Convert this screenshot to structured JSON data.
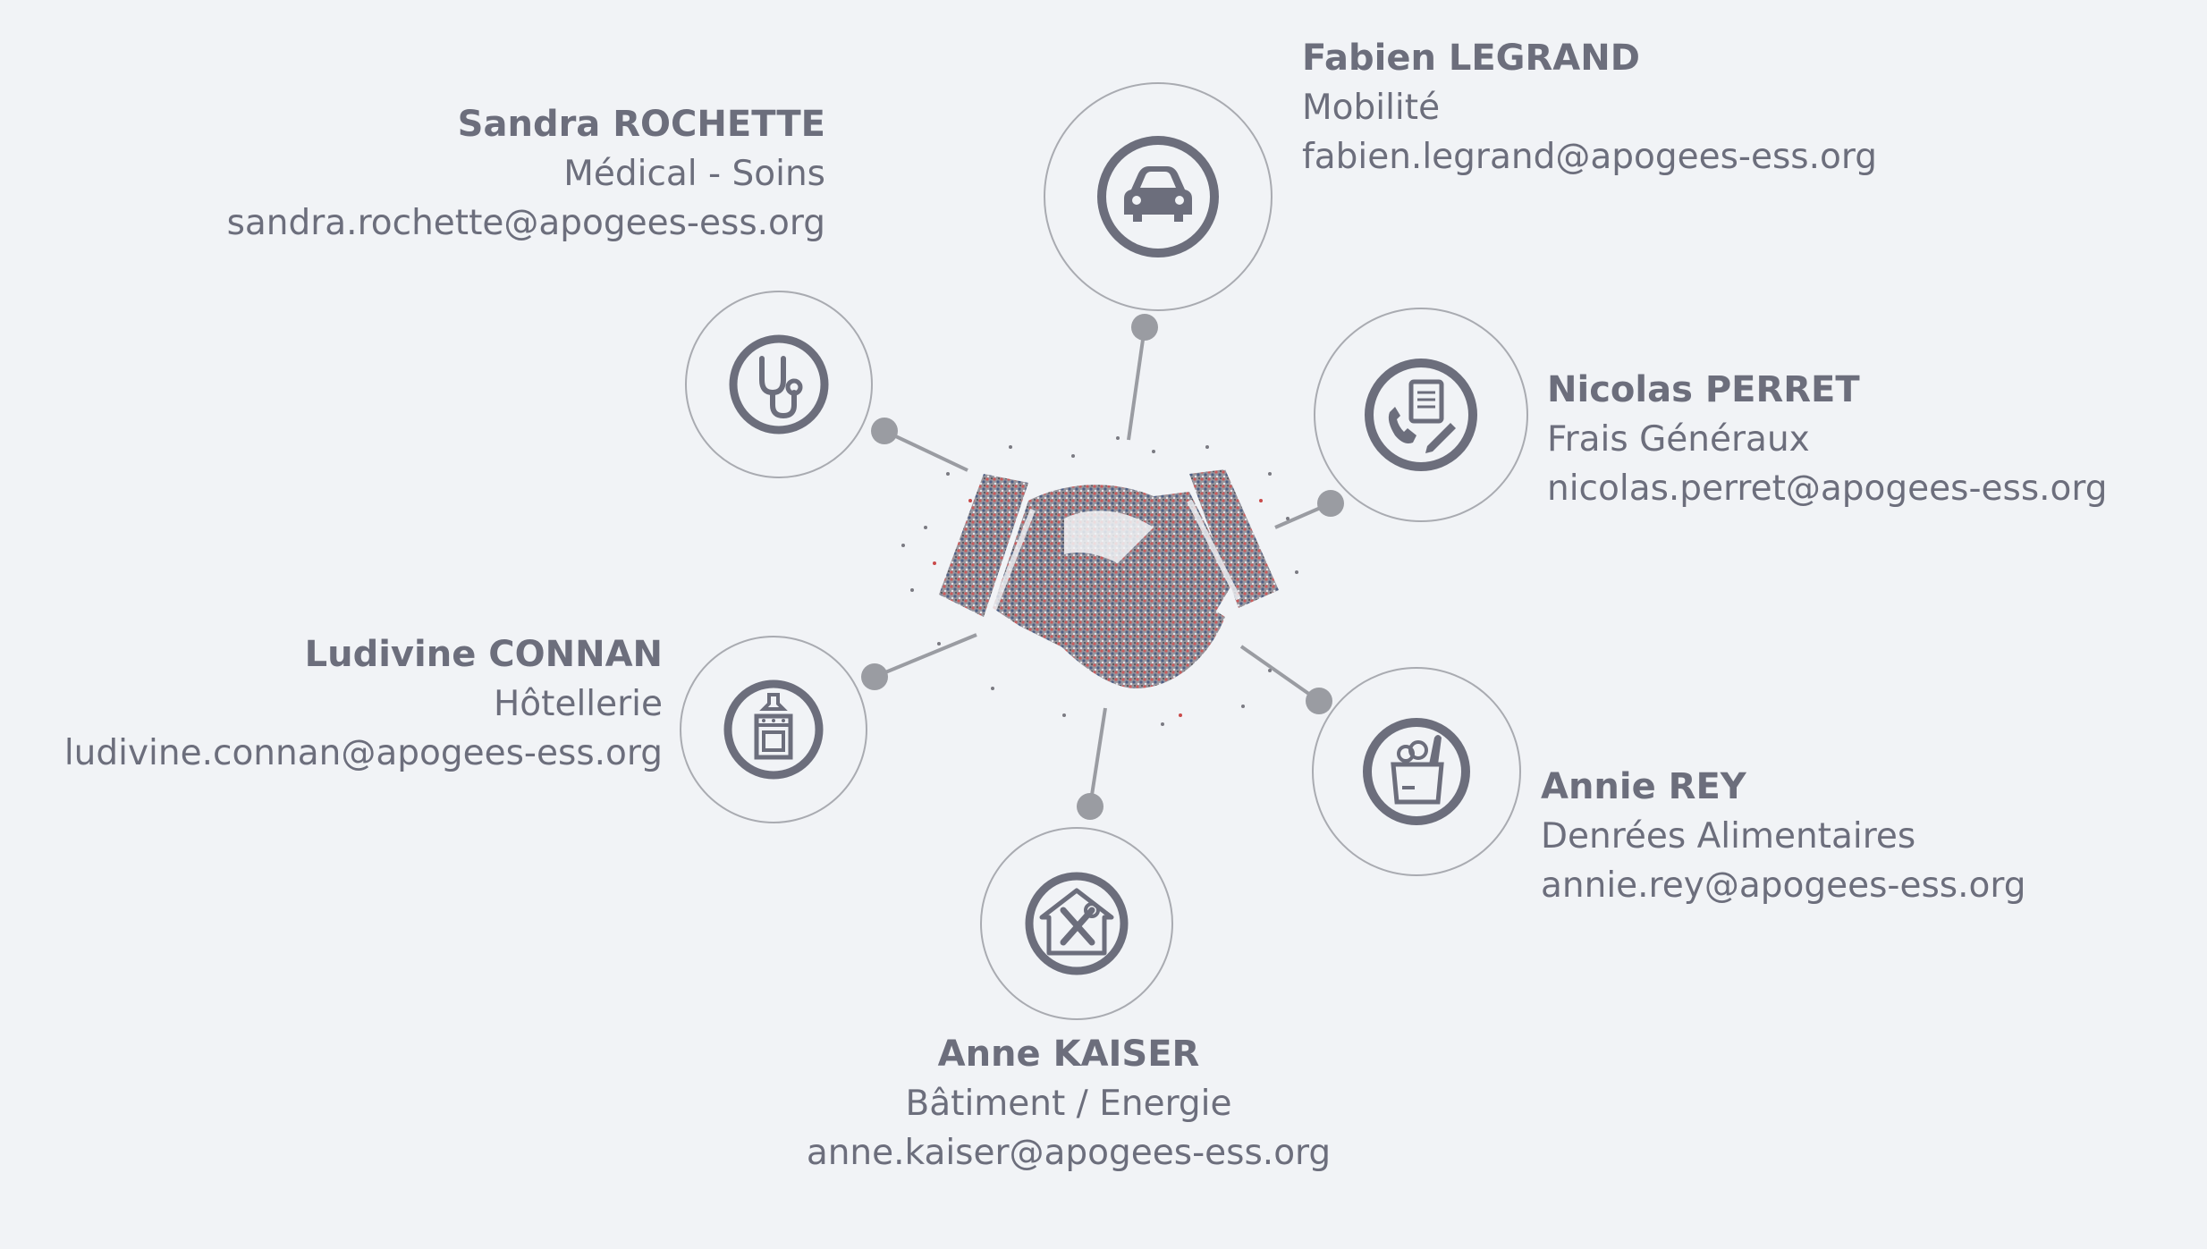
{
  "contacts": [
    {
      "id": "fabien",
      "name": "Fabien LEGRAND",
      "role": "Mobilité",
      "email": "fabien.legrand@apogees-ess.org",
      "icon": "car-icon"
    },
    {
      "id": "sandra",
      "name": "Sandra ROCHETTE",
      "role": "Médical - Soins",
      "email": "sandra.rochette@apogees-ess.org",
      "icon": "stethoscope-icon"
    },
    {
      "id": "nicolas",
      "name": "Nicolas PERRET",
      "role": "Frais Généraux",
      "email": "nicolas.perret@apogees-ess.org",
      "icon": "office-supplies-icon"
    },
    {
      "id": "ludivine",
      "name": "Ludivine CONNAN",
      "role": "Hôtellerie",
      "email": "ludivine.connan@apogees-ess.org",
      "icon": "kitchen-stove-icon"
    },
    {
      "id": "annie",
      "name": "Annie REY",
      "role": "Denrées Alimentaires",
      "email": "annie.rey@apogees-ess.org",
      "icon": "grocery-bag-icon"
    },
    {
      "id": "anne",
      "name": "Anne KAISER",
      "role": "Bâtiment / Energie",
      "email": "anne.kaiser@apogees-ess.org",
      "icon": "house-tools-icon"
    }
  ],
  "center_image": "handshake-crowd-image",
  "colors": {
    "text": "#6c6e7c",
    "icon": "#6c6e7c",
    "ring": "#a9abb1",
    "connector": "#9a9ca2",
    "background": "#f1f3f6"
  }
}
